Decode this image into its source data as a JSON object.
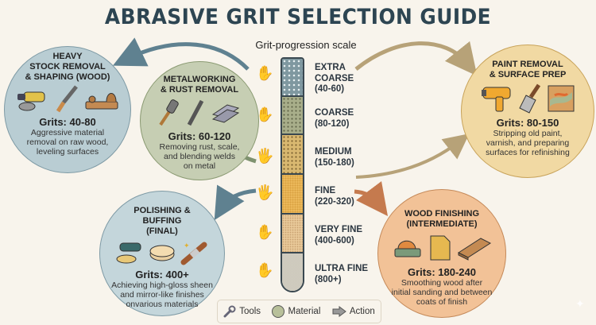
{
  "title": "ABRASIVE GRIT SELECTION GUIDE",
  "scale": {
    "title": "Grit-progression scale",
    "segments": [
      {
        "name": "EXTRA",
        "name2": "COARSE",
        "range": "(40-60)",
        "color": "#7f98a0"
      },
      {
        "name": "COARSE",
        "range": "(80-120)",
        "color": "#a8ae8a"
      },
      {
        "name": "MEDIUM",
        "range": "(150-180)",
        "color": "#d9b870"
      },
      {
        "name": "FINE",
        "range": "(220-320)",
        "color": "#ebb85a"
      },
      {
        "name": "VERY FINE",
        "range": "(400-600)",
        "color": "#e8c898"
      },
      {
        "name": "ULTRA FINE",
        "range": "(800+)",
        "color": "#d7d3c6"
      }
    ]
  },
  "applications": {
    "heavy_stock": {
      "title1": "HEAVY",
      "title2": "STOCK REMOVAL",
      "title3": "& SHAPING (WOOD)",
      "grits": "Grits: 40-80",
      "desc1": "Aggressive material",
      "desc2": "removal on raw wood,",
      "desc3": "leveling surfaces",
      "color": "#b9cdd3"
    },
    "metalworking": {
      "title1": "METALWORKING",
      "title2": "& RUST REMOVAL",
      "grits": "Grits: 60-120",
      "desc1": "Removing rust, scale,",
      "desc2": "and blending welds",
      "desc3": "on metal",
      "color": "#c6ceb3"
    },
    "paint_removal": {
      "title1": "PAINT REMOVAL",
      "title2": "& SURFACE PREP",
      "grits": "Grits: 80-150",
      "desc1": "Stripping old paint,",
      "desc2": "varnish, and preparing",
      "desc3": "surfaces for refinishing",
      "color": "#f1d9a3"
    },
    "polishing": {
      "title1": "POLISHING &",
      "title2": "BUFFING",
      "title3": "(FINAL)",
      "grits": "Grits: 400+",
      "desc1": "Achieving high-gloss sheen",
      "desc2": "and mirror-like finishes",
      "desc3": "onvarious materials",
      "color": "#c4d6db"
    },
    "wood_finishing": {
      "title1": "WOOD FINISHING",
      "title2": "(INTERMEDIATE)",
      "grits": "Grits: 180-240",
      "desc1": "Smoothing wood after",
      "desc2": "initial sanding and between",
      "desc3": "coats of finish",
      "color": "#f2c297"
    }
  },
  "legend": {
    "tools": "Tools",
    "material": "Material",
    "action": "Action"
  },
  "colors": {
    "title": "#2d4552",
    "background": "#f8f4ec",
    "arrow_blue": "#5f8190",
    "arrow_green": "#7f9270",
    "arrow_tan": "#b7a278",
    "arrow_orange": "#c57a4e"
  }
}
